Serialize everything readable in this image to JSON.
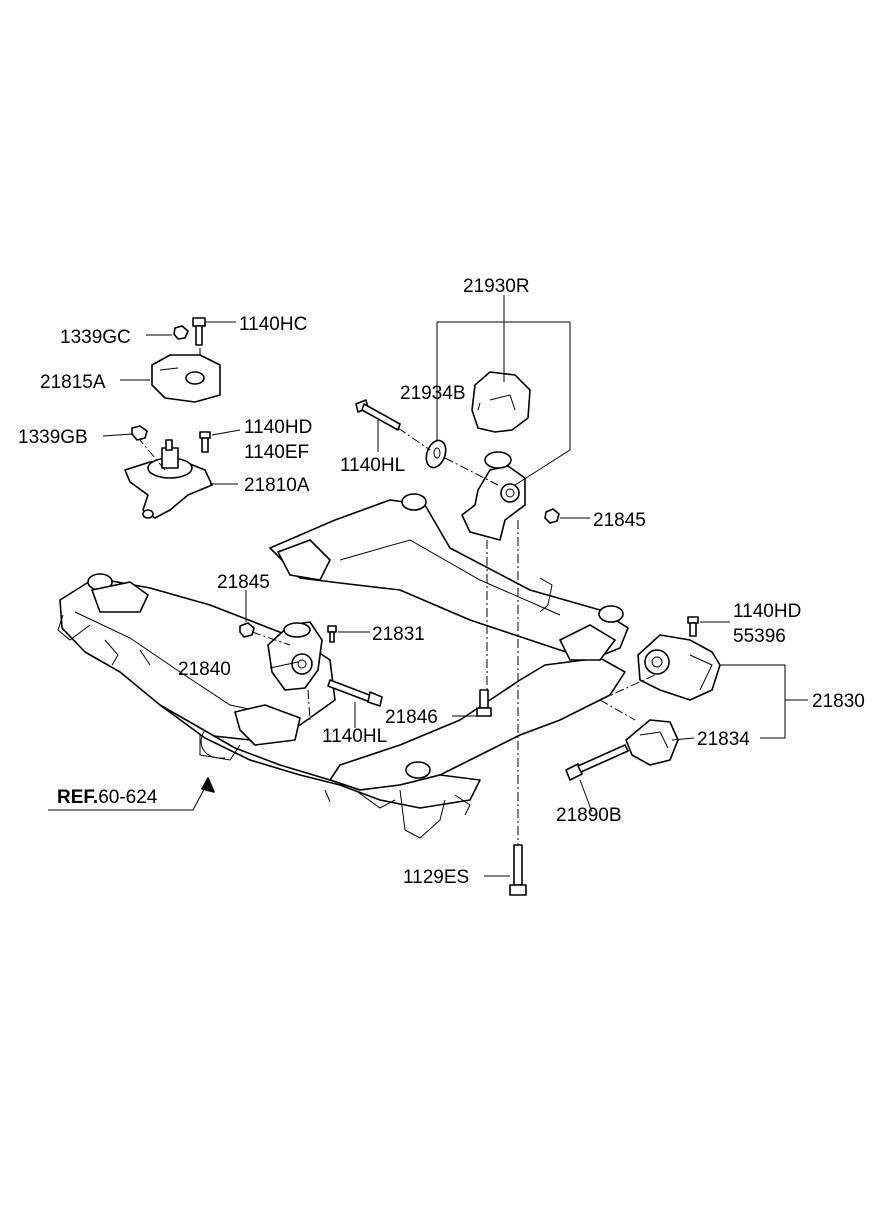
{
  "labels": {
    "p21930R": "21930R",
    "p1140HC": "1140HC",
    "p1339GC": "1339GC",
    "p21815A": "21815A",
    "p21934B": "21934B",
    "p1140HD_a": "1140HD",
    "p1140EF": "1140EF",
    "p1339GB": "1339GB",
    "p1140HL_a": "1140HL",
    "p21810A": "21810A",
    "p21845_a": "21845",
    "p21845_b": "21845",
    "p21831": "21831",
    "p1140HD_b": "1140HD",
    "p55396": "55396",
    "p21840": "21840",
    "p21830": "21830",
    "p21846": "21846",
    "p1140HL_b": "1140HL",
    "p21834": "21834",
    "p21890B": "21890B",
    "p1129ES": "1129ES"
  },
  "ref": {
    "prefix": "REF.",
    "number": "60-624"
  }
}
